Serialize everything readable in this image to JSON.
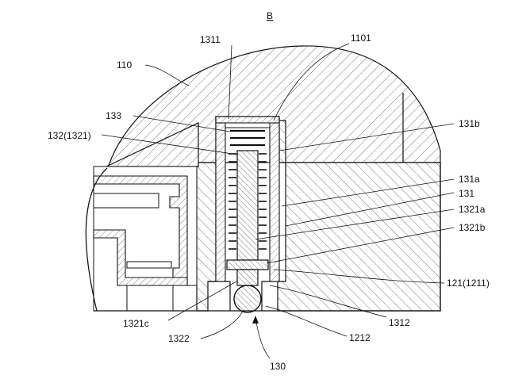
{
  "view_label": "B",
  "labels": {
    "l110": "110",
    "l1311": "1311",
    "l1101": "1101",
    "l133": "133",
    "l132": "132(1321)",
    "l131b": "131b",
    "l131a": "131a",
    "l131": "131",
    "l1321a": "1321a",
    "l1321b": "1321b",
    "l121": "121(1211)",
    "l1312": "1312",
    "l1321c": "1321c",
    "l1322": "1322",
    "l1212": "1212",
    "l130": "130"
  }
}
